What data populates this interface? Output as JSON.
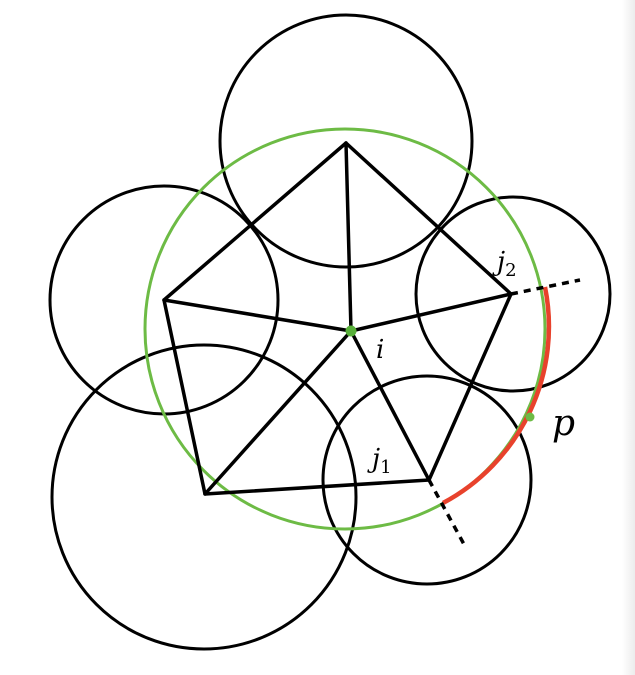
{
  "figure": {
    "colors": {
      "outline": "#000000",
      "range_circle": "#6dbb45",
      "arc_highlight": "#e8422c",
      "node_fill": "#58b03a",
      "point_p": "#6dbb45"
    },
    "labels": {
      "node_i": "i",
      "node_j1": "j",
      "node_j1_sub": "1",
      "node_j2": "j",
      "node_j2_sub": "2",
      "point_p": "p"
    }
  }
}
